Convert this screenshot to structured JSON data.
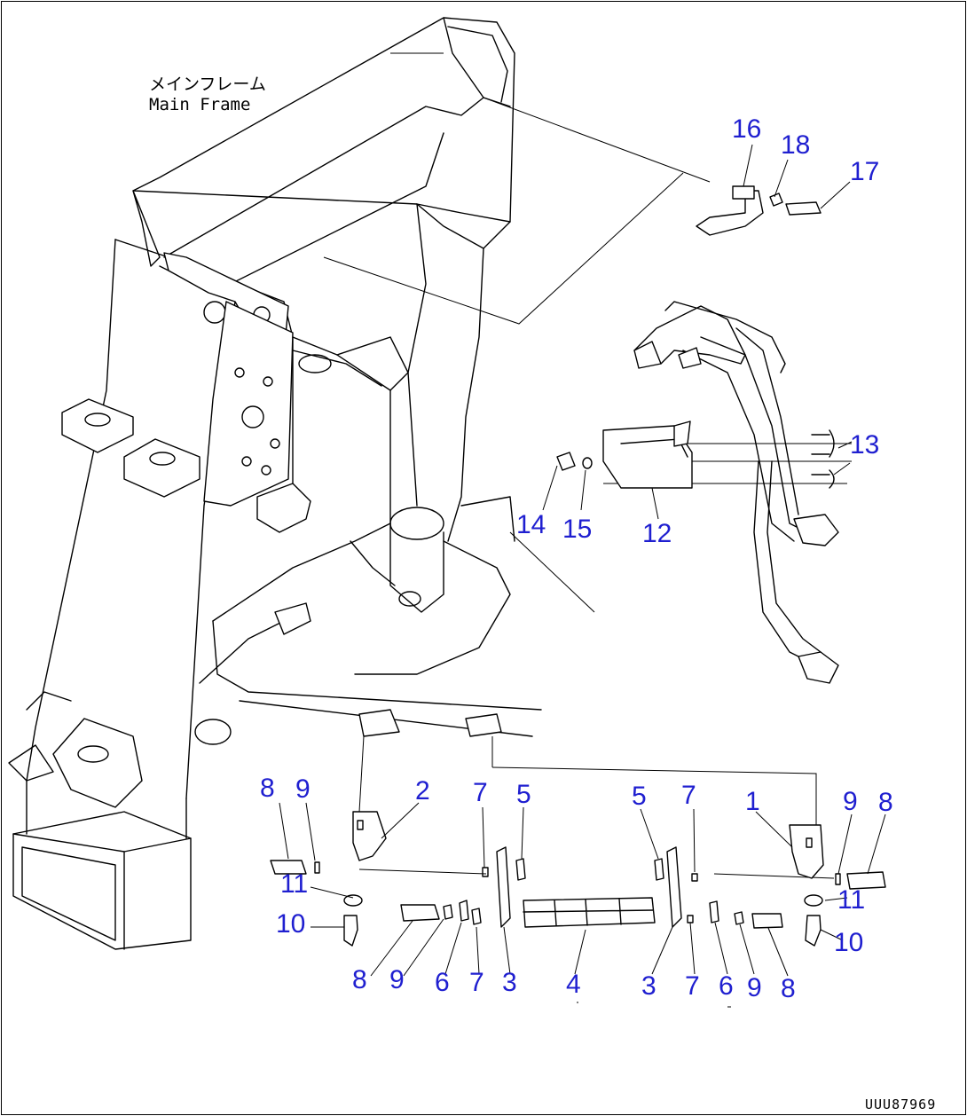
{
  "frame_label": {
    "jp": "メインフレーム",
    "en": "Main Frame"
  },
  "callouts": [
    "16",
    "18",
    "17",
    "13",
    "14",
    "15",
    "12",
    "8",
    "9",
    "2",
    "7",
    "5",
    "5",
    "7",
    "1",
    "9",
    "8",
    "11",
    "11",
    "10",
    "10",
    "8",
    "9",
    "6",
    "7",
    "3",
    "4",
    "3",
    "7",
    "6",
    "9",
    "8"
  ],
  "drawing_code": "UUU87969"
}
